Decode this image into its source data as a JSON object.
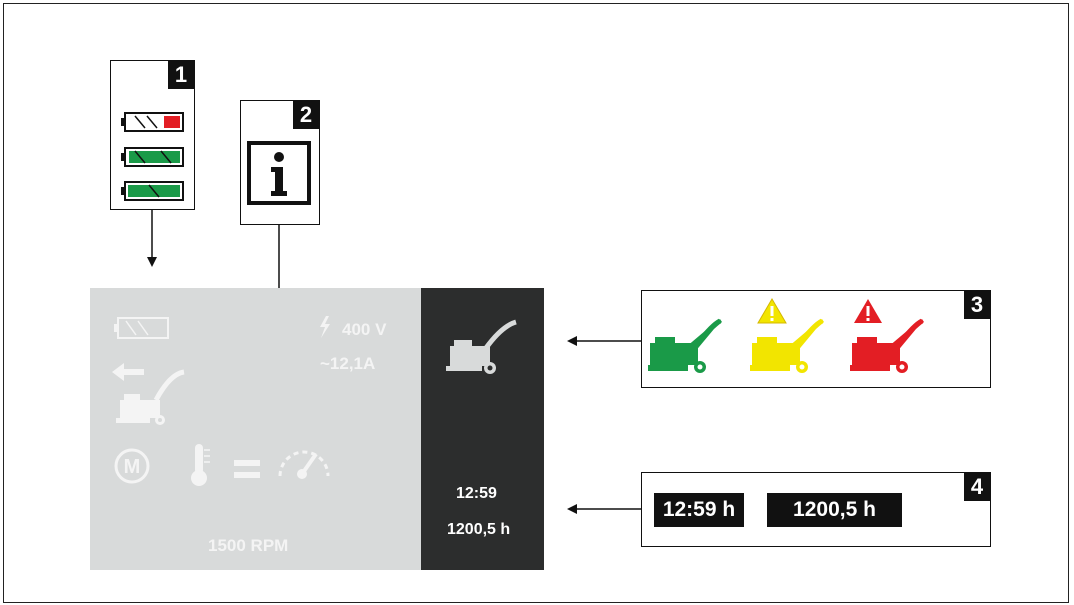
{
  "callouts": {
    "c1": {
      "number": "1"
    },
    "c2": {
      "number": "2"
    },
    "c3": {
      "number": "3"
    },
    "c4": {
      "number": "4"
    }
  },
  "display": {
    "voltage": "400 V",
    "current": "~12,1A",
    "rpm": "1500 RPM",
    "clock": "12:59",
    "hours": "1200,5 h"
  },
  "time_boxes": {
    "clock": "12:59 h",
    "hours": "1200,5 h"
  },
  "colors": {
    "battery_low": "#e31e24",
    "battery_full": "#1a9a48",
    "machine_ok": "#1a9a48",
    "machine_warning": "#f2e500",
    "machine_alarm": "#e31e24",
    "screen_light": "#d8dada",
    "screen_dark": "#2c2d2d"
  },
  "icons": {
    "battery_levels": [
      "battery-low-icon",
      "battery-medium-icon",
      "battery-full-icon"
    ],
    "info": "info-icon",
    "machine_states": [
      "machine-ok-icon",
      "machine-warning-icon",
      "machine-alarm-icon"
    ]
  }
}
